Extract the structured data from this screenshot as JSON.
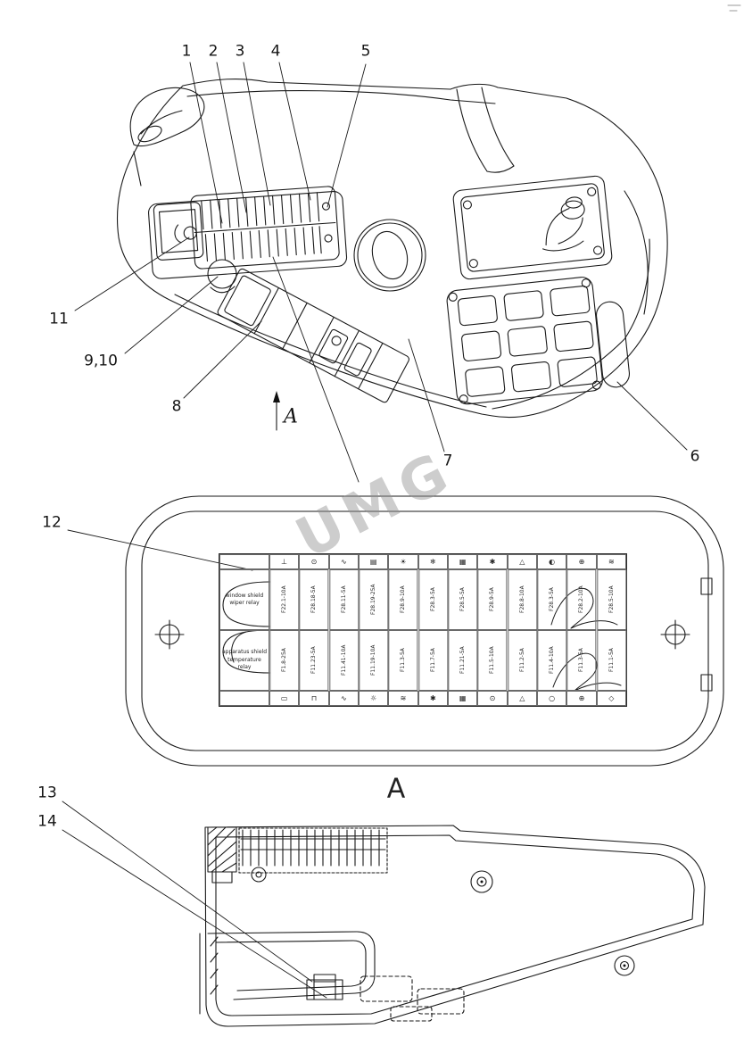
{
  "watermark": "UMG",
  "callouts": {
    "c1": "1",
    "c2": "2",
    "c3": "3",
    "c4": "4",
    "c5": "5",
    "c6": "6",
    "c7": "7",
    "c8": "8",
    "c910": "9,10",
    "c11": "11",
    "c12": "12",
    "c13": "13",
    "c14": "14"
  },
  "section": {
    "arrow_label": "A",
    "view_label": "A"
  },
  "legend": {
    "left_labels": [
      "window shield\nwiper relay",
      "apparatus shield\ntemperature relay"
    ],
    "top_icons": [
      "⊥",
      "⊙",
      "∿",
      "▤",
      "☀",
      "❄",
      "▦",
      "✱",
      "△",
      "◐",
      "⊕",
      "≋"
    ],
    "bottom_icons": [
      "▭",
      "⊓",
      "∿",
      "☼",
      "≋",
      "✱",
      "▦",
      "⊙",
      "△",
      "○",
      "⊕",
      "◇"
    ],
    "top_fuses": [
      "F22.1-10A",
      "F28.18-5A",
      "F28.11-5A",
      "F28.19-25A",
      "F28.9-10A",
      "F28.3-5A",
      "F28.5-5A",
      "F28.9-5A",
      "F28.8-10A",
      "F28.3-5A",
      "F28.2-10A",
      "F28.5-10A"
    ],
    "bottom_fuses": [
      "F1.8-25A",
      "F11.23-5A",
      "F11.41-10A",
      "F11.19-10A",
      "F11.3-5A",
      "F11.7-5A",
      "F11.21-5A",
      "F11.5-10A",
      "F11.2-5A",
      "F11.4-10A",
      "F11.3-5A",
      "F11.1-5A"
    ]
  }
}
